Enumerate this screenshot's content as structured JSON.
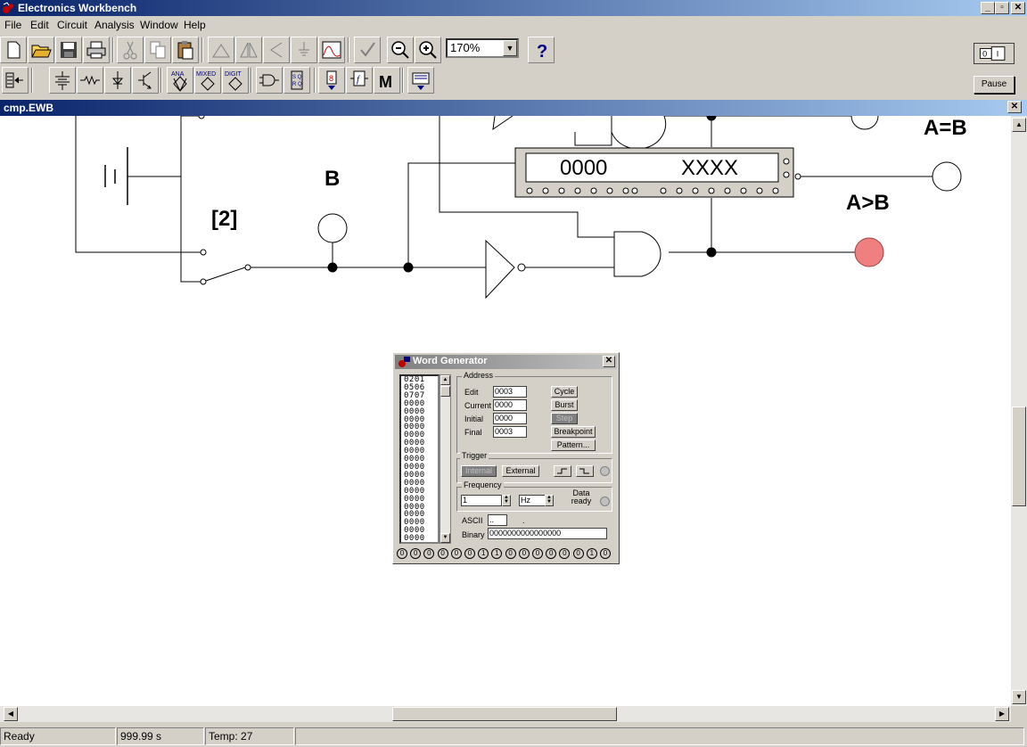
{
  "app": {
    "title": "Electronics Workbench"
  },
  "menu": [
    "File",
    "Edit",
    "Circuit",
    "Analysis",
    "Window",
    "Help"
  ],
  "toolbar": {
    "zoom_value": "170%",
    "pause_label": "Pause"
  },
  "toolbar2": {
    "ana_label": "ANA",
    "mixed_label": "MIXED",
    "digit_label": "DIGIT",
    "m_label": "M"
  },
  "document": {
    "title": "cmp.EWB"
  },
  "circuit": {
    "label_b": "B",
    "label_2": "[2]",
    "label_aeqb": "A=B",
    "label_agtb": "A>B",
    "display_left": "0000",
    "display_right": "XXXX"
  },
  "word_generator": {
    "title": "Word Generator",
    "words": [
      "0201",
      "0506",
      "0707",
      "0000",
      "0000",
      "0000",
      "0000",
      "0000",
      "0000",
      "0000",
      "0000",
      "0000",
      "0000",
      "0000",
      "0000",
      "0000",
      "0000",
      "0000",
      "0000",
      "0000",
      "0000"
    ],
    "address": {
      "group_label": "Address",
      "edit_label": "Edit",
      "edit_value": "0003",
      "current_label": "Current",
      "current_value": "0000",
      "initial_label": "Initial",
      "initial_value": "0000",
      "final_label": "Final",
      "final_value": "0003"
    },
    "buttons": {
      "cycle": "Cycle",
      "burst": "Burst",
      "step": "Step",
      "breakpoint": "Breakpoint",
      "pattern": "Pattern..."
    },
    "trigger": {
      "group_label": "Trigger",
      "internal": "Internal",
      "external": "External"
    },
    "frequency": {
      "group_label": "Frequency",
      "value": "1",
      "unit": "Hz",
      "data_ready": "Data ready"
    },
    "ascii": {
      "label": "ASCII",
      "value": "..",
      "dot": "."
    },
    "binary": {
      "label": "Binary",
      "value": "0000000000000000"
    },
    "pins": [
      "0",
      "0",
      "0",
      "0",
      "0",
      "0",
      "1",
      "1",
      "0",
      "0",
      "0",
      "0",
      "0",
      "0",
      "1",
      "0"
    ]
  },
  "status": {
    "state": "Ready",
    "time": "999.99 s",
    "temp_label": "Temp:",
    "temp_value": "27"
  },
  "colors": {
    "title_gradient_start": "#0a246a",
    "title_gradient_end": "#a6caf0",
    "probe_lit": "#f08080",
    "chrome": "#d4d0c8"
  }
}
